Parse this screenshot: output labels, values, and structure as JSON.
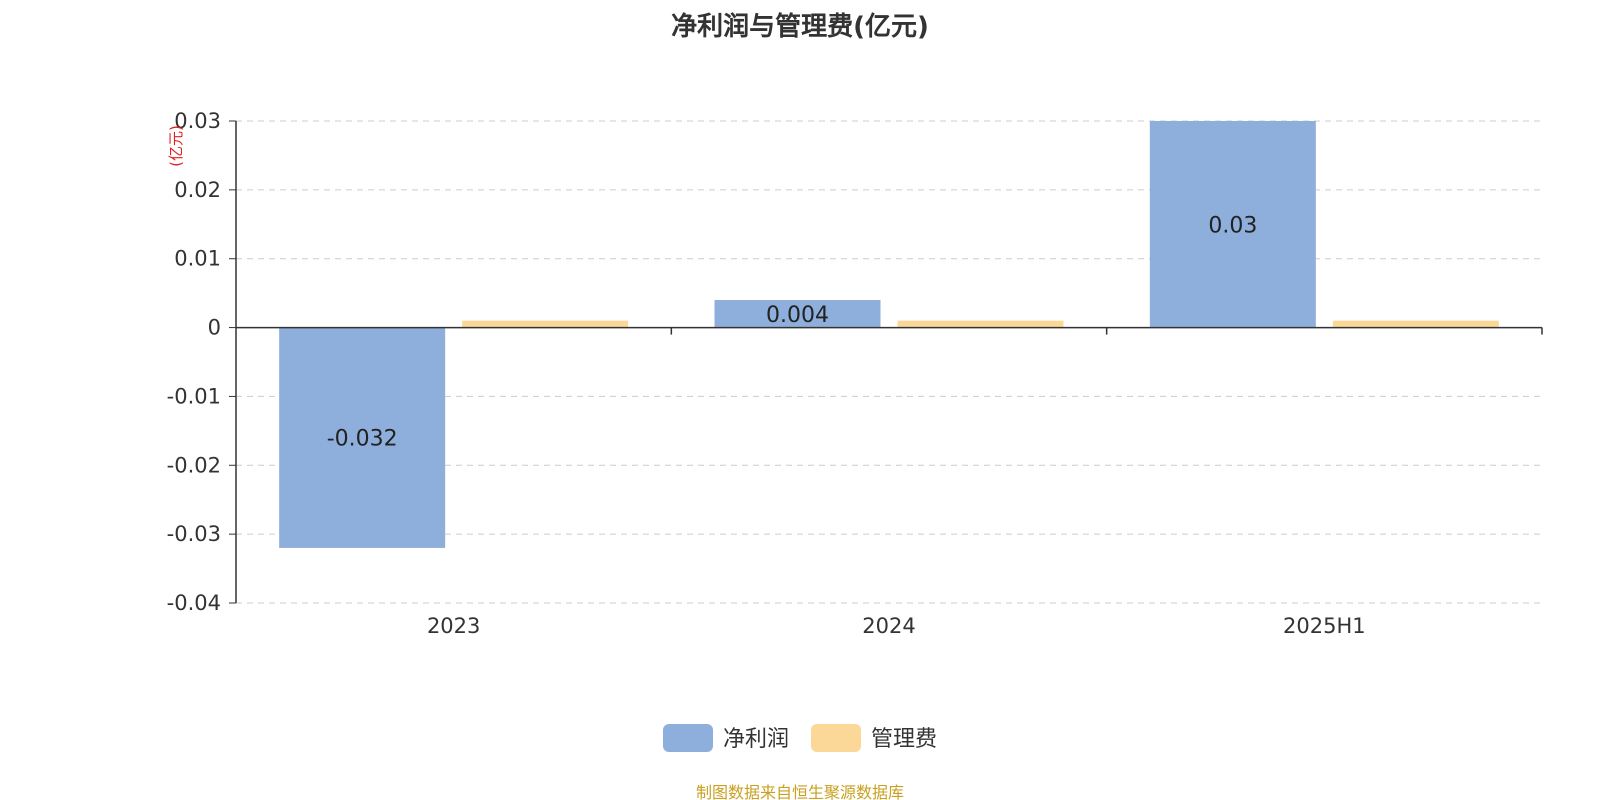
{
  "chart_data": {
    "type": "bar",
    "title": "净利润与管理费(亿元)",
    "ylabel": "(亿元)",
    "xlabel": "",
    "categories": [
      "2023",
      "2024",
      "2025H1"
    ],
    "series": [
      {
        "name": "净利润",
        "color": "#8eaedb",
        "values": [
          -0.032,
          0.004,
          0.03
        ],
        "labels": [
          "-0.032",
          "0.004",
          "0.03"
        ]
      },
      {
        "name": "管理费",
        "color": "#fcd898",
        "values": [
          0.001,
          0.001,
          0.001
        ],
        "labels": [
          "",
          "",
          ""
        ]
      }
    ],
    "ylim": [
      -0.04,
      0.03
    ],
    "yticks": [
      0.03,
      0.02,
      0.01,
      0,
      -0.01,
      -0.02,
      -0.03,
      -0.04
    ],
    "ytick_labels": [
      "0.03",
      "0.02",
      "0.01",
      "0",
      "-0.01",
      "-0.02",
      "-0.03",
      "-0.04"
    ],
    "grid": true,
    "legend_position": "bottom"
  },
  "source": "制图数据来自恒生聚源数据库"
}
